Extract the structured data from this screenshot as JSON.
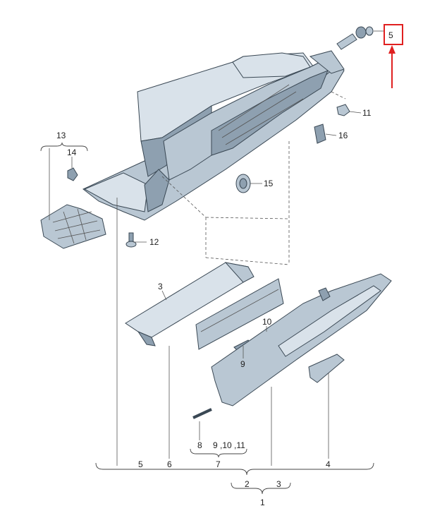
{
  "callouts": {
    "c1": "1",
    "c2": "2",
    "c3": "3",
    "c3b": "3",
    "c4": "4",
    "c5_top": "5",
    "c5": "5",
    "c6": "6",
    "c7": "7",
    "c8": "8",
    "c9": "9",
    "c9_group": "9 ,10 ,11",
    "c10": "10",
    "c11": "11",
    "c12": "12",
    "c13": "13",
    "c14": "14",
    "c15": "15",
    "c16": "16"
  },
  "highlight": {
    "color": "#e02020"
  }
}
